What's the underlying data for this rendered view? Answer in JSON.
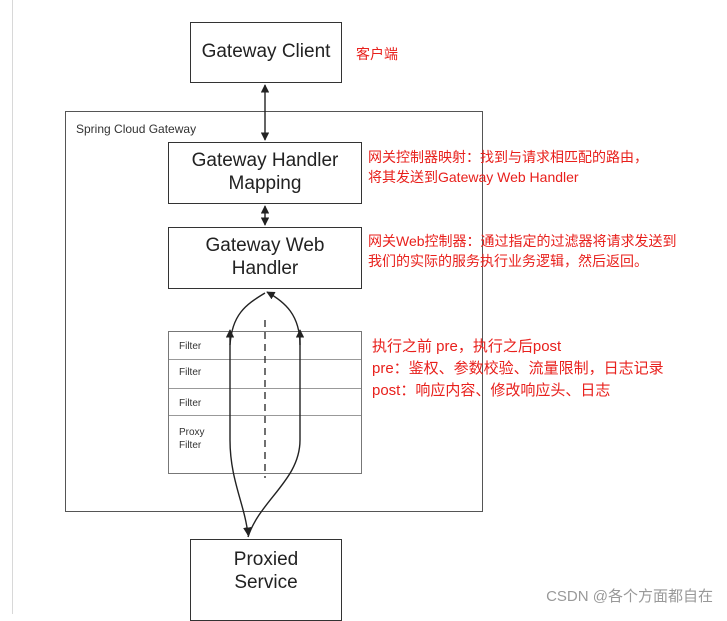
{
  "nodes": {
    "client": "Gateway Client",
    "container": "Spring Cloud Gateway",
    "handler_mapping": [
      "Gateway Handler",
      "Mapping"
    ],
    "web_handler": [
      "Gateway Web",
      "Handler"
    ],
    "filters": [
      "Filter",
      "Filter",
      "Filter",
      "Proxy\nFilter"
    ],
    "proxied_service": [
      "Proxied",
      "Service"
    ]
  },
  "annotations": {
    "client": "客户端",
    "handler_mapping": [
      "网关控制器映射：找到与请求相匹配的路由，",
      "将其发送到Gateway Web Handler"
    ],
    "web_handler": [
      "网关Web控制器：通过指定的过滤器将请求发送到",
      "我们的实际的服务执行业务逻辑，然后返回。"
    ],
    "filters": [
      "执行之前  pre，执行之后post",
      "pre：鉴权、参数校验、流量限制，日志记录",
      "post：响应内容、修改响应头、日志"
    ]
  },
  "watermark": "CSDN @各个方面都自在",
  "colors": {
    "annotation": "#e8201c",
    "line": "#222222",
    "watermark": "#999999"
  }
}
